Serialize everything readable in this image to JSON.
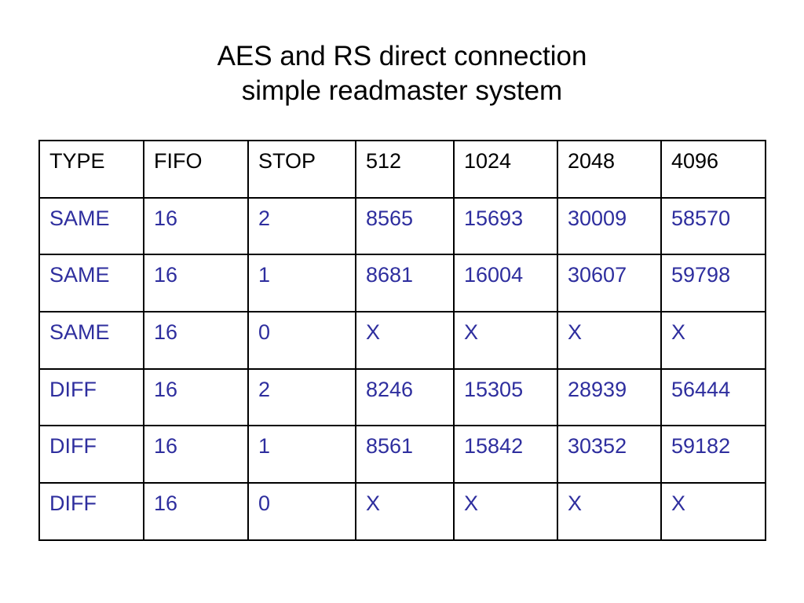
{
  "title": {
    "line1": "AES and RS direct connection",
    "line2": "simple readmaster system"
  },
  "colors": {
    "header_text": "#000000",
    "body_text": "#2e2e9e",
    "border": "#000000",
    "background": "#ffffff"
  },
  "table": {
    "columns": [
      "TYPE",
      "FIFO",
      "STOP",
      "512",
      "1024",
      "2048",
      "4096"
    ],
    "rows": [
      [
        "SAME",
        "16",
        "2",
        "8565",
        "15693",
        "30009",
        "58570"
      ],
      [
        "SAME",
        "16",
        "1",
        "8681",
        "16004",
        "30607",
        "59798"
      ],
      [
        "SAME",
        "16",
        "0",
        "X",
        "X",
        "X",
        "X"
      ],
      [
        "DIFF",
        "16",
        "2",
        "8246",
        "15305",
        "28939",
        "56444"
      ],
      [
        "DIFF",
        "16",
        "1",
        "8561",
        "15842",
        "30352",
        "59182"
      ],
      [
        "DIFF",
        "16",
        "0",
        "X",
        "X",
        "X",
        "X"
      ]
    ]
  }
}
